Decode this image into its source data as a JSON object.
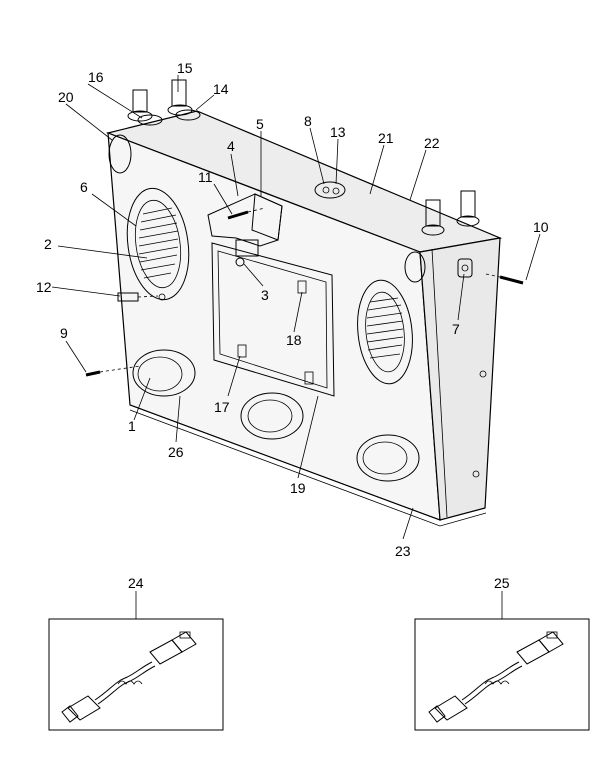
{
  "callouts": {
    "c1": "1",
    "c2": "2",
    "c3": "3",
    "c4": "4",
    "c5": "5",
    "c6": "6",
    "c7": "7",
    "c8": "8",
    "c9": "9",
    "c10": "10",
    "c11": "11",
    "c12": "12",
    "c13": "13",
    "c14": "14",
    "c15": "15",
    "c16": "16",
    "c17": "17",
    "c18": "18",
    "c19": "19",
    "c20": "20",
    "c21": "21",
    "c22": "22",
    "c23": "23",
    "c24": "24",
    "c25": "25",
    "c26": "26"
  },
  "colors": {
    "panel_face": "#f6f6f6",
    "panel_side": "#e6e6e6",
    "panel_top": "#ededed",
    "line": "#000000"
  }
}
